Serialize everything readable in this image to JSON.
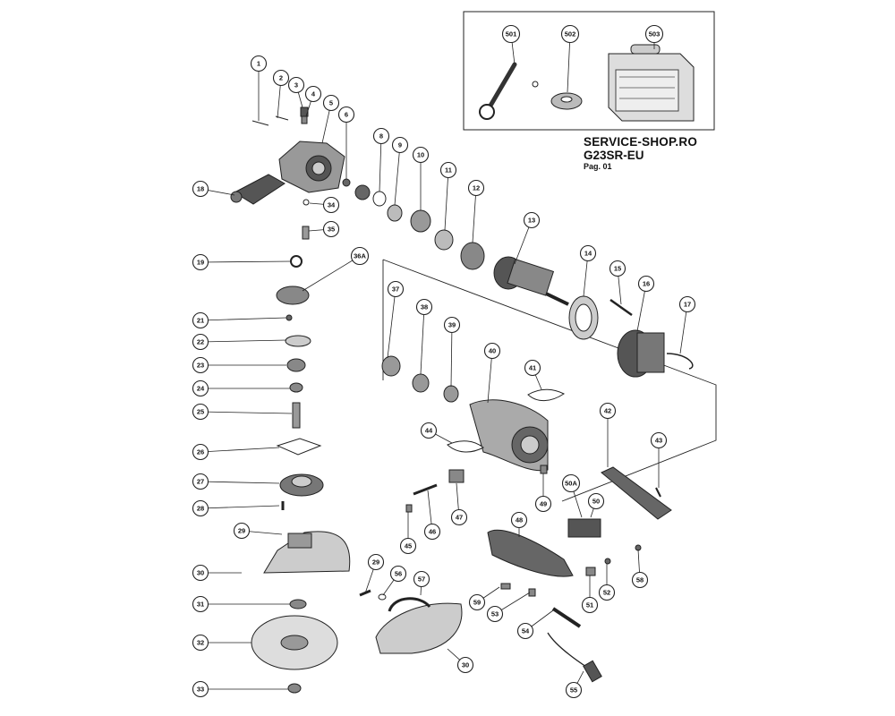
{
  "header": {
    "shop": "SERVICE-SHOP.RO",
    "model": "G23SR-EU",
    "page": "Pag. 01"
  },
  "callouts": [
    {
      "id": "c1",
      "label": "1"
    },
    {
      "id": "c2",
      "label": "2"
    },
    {
      "id": "c3",
      "label": "3"
    },
    {
      "id": "c4",
      "label": "4"
    },
    {
      "id": "c5",
      "label": "5"
    },
    {
      "id": "c6",
      "label": "6"
    },
    {
      "id": "c8",
      "label": "8"
    },
    {
      "id": "c9",
      "label": "9"
    },
    {
      "id": "c10",
      "label": "10"
    },
    {
      "id": "c11",
      "label": "11"
    },
    {
      "id": "c12",
      "label": "12"
    },
    {
      "id": "c13",
      "label": "13"
    },
    {
      "id": "c14",
      "label": "14"
    },
    {
      "id": "c15",
      "label": "15"
    },
    {
      "id": "c16",
      "label": "16"
    },
    {
      "id": "c17",
      "label": "17"
    },
    {
      "id": "c18",
      "label": "18"
    },
    {
      "id": "c19",
      "label": "19"
    },
    {
      "id": "c21",
      "label": "21"
    },
    {
      "id": "c22",
      "label": "22"
    },
    {
      "id": "c23",
      "label": "23"
    },
    {
      "id": "c24",
      "label": "24"
    },
    {
      "id": "c25",
      "label": "25"
    },
    {
      "id": "c26",
      "label": "26"
    },
    {
      "id": "c27",
      "label": "27"
    },
    {
      "id": "c28",
      "label": "28"
    },
    {
      "id": "c29a",
      "label": "29"
    },
    {
      "id": "c30a",
      "label": "30"
    },
    {
      "id": "c31",
      "label": "31"
    },
    {
      "id": "c32",
      "label": "32"
    },
    {
      "id": "c33",
      "label": "33"
    },
    {
      "id": "c34",
      "label": "34"
    },
    {
      "id": "c35",
      "label": "35"
    },
    {
      "id": "c36A",
      "label": "36A"
    },
    {
      "id": "c37",
      "label": "37"
    },
    {
      "id": "c38",
      "label": "38"
    },
    {
      "id": "c39",
      "label": "39"
    },
    {
      "id": "c40",
      "label": "40"
    },
    {
      "id": "c41",
      "label": "41"
    },
    {
      "id": "c42",
      "label": "42"
    },
    {
      "id": "c43",
      "label": "43"
    },
    {
      "id": "c44",
      "label": "44"
    },
    {
      "id": "c45",
      "label": "45"
    },
    {
      "id": "c46",
      "label": "46"
    },
    {
      "id": "c47",
      "label": "47"
    },
    {
      "id": "c48",
      "label": "48"
    },
    {
      "id": "c49",
      "label": "49"
    },
    {
      "id": "c50A",
      "label": "50A"
    },
    {
      "id": "c50",
      "label": "50"
    },
    {
      "id": "c51",
      "label": "51"
    },
    {
      "id": "c52",
      "label": "52"
    },
    {
      "id": "c53",
      "label": "53"
    },
    {
      "id": "c54",
      "label": "54"
    },
    {
      "id": "c55",
      "label": "55"
    },
    {
      "id": "c56",
      "label": "56"
    },
    {
      "id": "c57",
      "label": "57"
    },
    {
      "id": "c58",
      "label": "58"
    },
    {
      "id": "c59",
      "label": "59"
    },
    {
      "id": "c29b",
      "label": "29"
    },
    {
      "id": "c30b",
      "label": "30"
    },
    {
      "id": "c501",
      "label": "501"
    },
    {
      "id": "c502",
      "label": "502"
    },
    {
      "id": "c503",
      "label": "503"
    }
  ]
}
